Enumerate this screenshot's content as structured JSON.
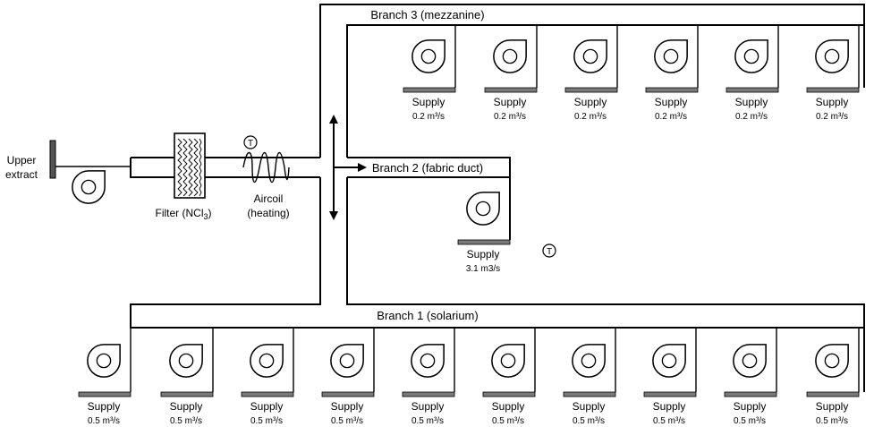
{
  "upper_extract": {
    "line1": "Upper",
    "line2": "extract"
  },
  "filter": {
    "label": "Filter (NCl",
    "sub": "3",
    "close": ")"
  },
  "aircoil": {
    "line1": "Aircoil",
    "line2": "(heating)"
  },
  "thermostat_symbol": "T",
  "branches": {
    "branch3": {
      "label": "Branch 3 (mezzanine)",
      "supplies": [
        {
          "label": "Supply",
          "flow": "0.2 m³/s"
        },
        {
          "label": "Supply",
          "flow": "0.2 m³/s"
        },
        {
          "label": "Supply",
          "flow": "0.2 m³/s"
        },
        {
          "label": "Supply",
          "flow": "0.2 m³/s"
        },
        {
          "label": "Supply",
          "flow": "0.2 m³/s"
        },
        {
          "label": "Supply",
          "flow": "0.2 m³/s"
        }
      ]
    },
    "branch2": {
      "label": "Branch 2 (fabric duct)",
      "supplies": [
        {
          "label": "Supply",
          "flow": "3.1 m3/s"
        }
      ]
    },
    "branch1": {
      "label": "Branch 1 (solarium)",
      "supplies": [
        {
          "label": "Supply",
          "flow": "0.5 m³/s"
        },
        {
          "label": "Supply",
          "flow": "0.5 m³/s"
        },
        {
          "label": "Supply",
          "flow": "0.5 m³/s"
        },
        {
          "label": "Supply",
          "flow": "0.5 m³/s"
        },
        {
          "label": "Supply",
          "flow": "0.5 m³/s"
        },
        {
          "label": "Supply",
          "flow": "0.5 m³/s"
        },
        {
          "label": "Supply",
          "flow": "0.5 m³/s"
        },
        {
          "label": "Supply",
          "flow": "0.5 m³/s"
        },
        {
          "label": "Supply",
          "flow": "0.5 m³/s"
        },
        {
          "label": "Supply",
          "flow": "0.5 m³/s"
        }
      ]
    }
  }
}
